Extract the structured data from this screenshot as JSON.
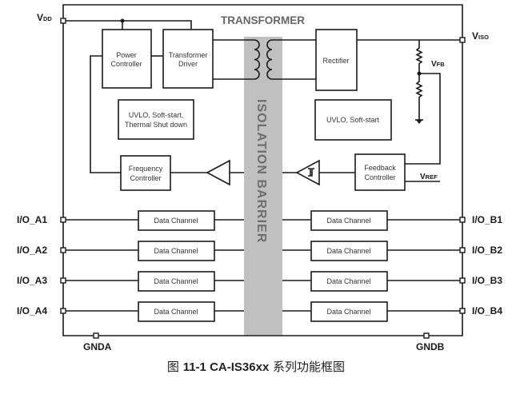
{
  "title": "TRANSFORMER",
  "barrier_label": "ISOLATION BARRIER",
  "pins": {
    "vdd": {
      "main": "V",
      "sub": "DD"
    },
    "viso": {
      "main": "V",
      "sub": "ISO"
    },
    "vfb": {
      "main": "V",
      "sub": "FB"
    },
    "vref": {
      "main": "V",
      "sub": "REF"
    },
    "gnda": "GNDA",
    "gndb": "GNDB",
    "io_a": [
      "I/O_A1",
      "I/O_A2",
      "I/O_A3",
      "I/O_A4"
    ],
    "io_b": [
      "I/O_B1",
      "I/O_B2",
      "I/O_B3",
      "I/O_B4"
    ]
  },
  "blocks": {
    "power_controller": [
      "Power",
      "Controller"
    ],
    "transformer_driver": [
      "Transformer",
      "Driver"
    ],
    "rectifier": "Rectifier",
    "uvlo_left": [
      "UVLO, Soft-start,",
      "Thermal Shut down"
    ],
    "uvlo_right": "UVLO, Soft-start",
    "frequency_controller": [
      "Frequency",
      "Controller"
    ],
    "feedback_controller": [
      "Feedback",
      "Controller"
    ],
    "data_channel": "Data Channel"
  },
  "caption": {
    "prefix": "图  ",
    "figure_no": "11-1 ",
    "part": "CA-IS36xx",
    "suffix": " 系列功能框图"
  },
  "colors": {
    "barrier": "#c0c0c0",
    "barrier_text": "#6e6e6e",
    "line": "#1a1a1a"
  }
}
